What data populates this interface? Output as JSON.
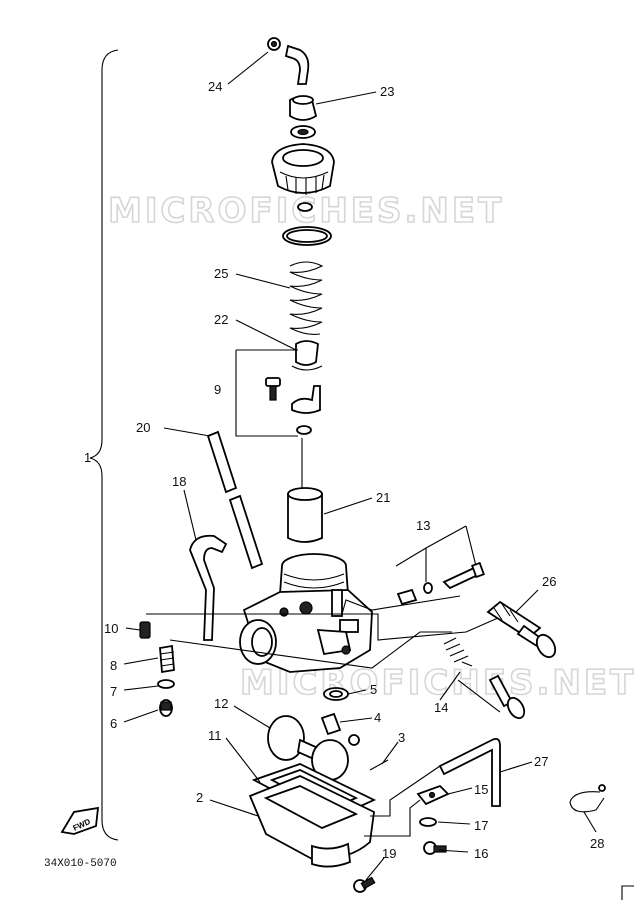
{
  "watermark": "MICROFICHES.NET",
  "diagram_code": "34X010-5070",
  "fwd_label": "FWD",
  "labels": {
    "p1": "1",
    "p2": "2",
    "p3": "3",
    "p4": "4",
    "p5": "5",
    "p6": "6",
    "p7": "7",
    "p8": "8",
    "p9": "9",
    "p10": "10",
    "p11": "11",
    "p12": "12",
    "p13": "13",
    "p14": "14",
    "p15": "15",
    "p16": "16",
    "p17": "17",
    "p18": "18",
    "p19": "19",
    "p20": "20",
    "p21": "21",
    "p22": "22",
    "p23": "23",
    "p24": "24",
    "p25": "25",
    "p26": "26",
    "p27": "27",
    "p28": "28"
  }
}
